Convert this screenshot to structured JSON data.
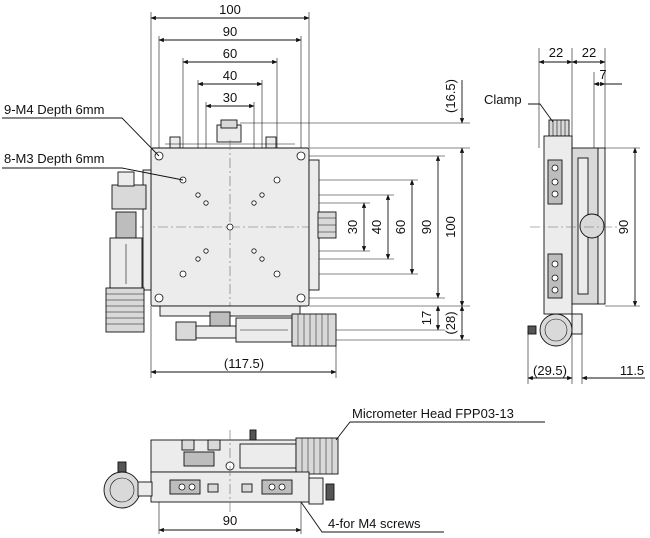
{
  "front_view": {
    "dims_top": [
      "100",
      "90",
      "60",
      "40",
      "30"
    ],
    "dims_right": [
      "30",
      "40",
      "60",
      "90",
      "100"
    ],
    "dim_16_5": "(16.5)",
    "dim_17": "17",
    "dim_28": "(28)",
    "dim_117_5": "(117.5)",
    "label_9m4": "9-M4 Depth 6mm",
    "label_8m3": "8-M3 Depth 6mm"
  },
  "side_view": {
    "dim_22a": "22",
    "dim_22b": "22",
    "dim_7": "7",
    "dim_90": "90",
    "dim_29_5": "(29.5)",
    "dim_11_5": "11.5",
    "label_clamp": "Clamp"
  },
  "bottom_view": {
    "label_micrometer": "Micrometer Head FPP03-13",
    "dim_90": "90",
    "label_screws": "4-for M4 screws"
  }
}
